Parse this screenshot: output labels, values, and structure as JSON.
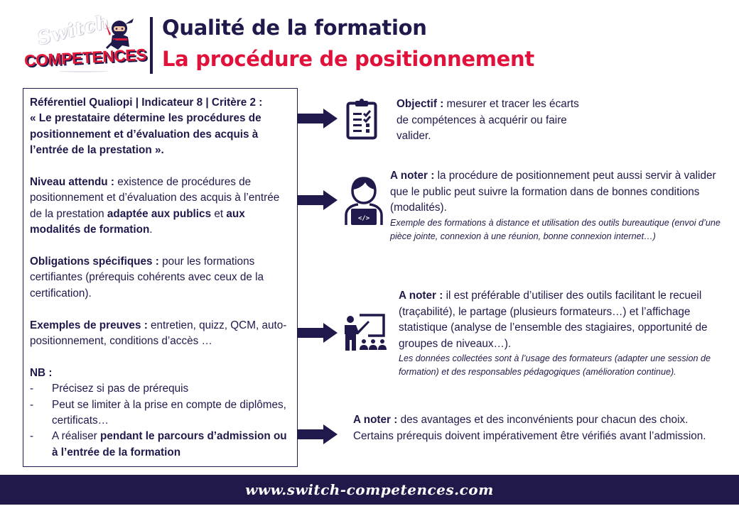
{
  "header": {
    "logo": {
      "script_text": "Switch",
      "brand_text": "COMPETENCES",
      "mascot": "ninja-mascot"
    },
    "title": "Qualité de la formation",
    "subtitle": "La procédure de positionnement",
    "colors": {
      "navy": "#1f1a4b",
      "red": "#e0113a"
    }
  },
  "reference_box": {
    "heading_bold": "Référentiel Qualiopi | Indicateur 8 | Critère 2 :",
    "quote": "« Le prestataire détermine les procédures de positionnement et d’évaluation des acquis à l’entrée de la prestation ».",
    "niveau": {
      "label": "Niveau attendu :",
      "text_1": " existence de procédures de positionnement et d’évaluation des acquis à l’entrée de la prestation ",
      "bold_1": "adaptée aux publics",
      "text_2": " et ",
      "bold_2": "aux modalités de formation",
      "text_3": "."
    },
    "obligations": {
      "label": "Obligations spécifiques :",
      "text": " pour les formations certifiantes (prérequis cohérents avec ceux de la certification)."
    },
    "preuves": {
      "label": "Exemples de preuves :",
      "text": " entretien, quizz, QCM, auto-positionnement, conditions d’accès …"
    },
    "nb": {
      "label": "NB :",
      "dash": "-",
      "items": [
        {
          "text": "Précisez si pas de prérequis",
          "bold": ""
        },
        {
          "text": "Peut se limiter à la prise en compte de diplômes, certificats…",
          "bold": ""
        },
        {
          "text": "A réaliser ",
          "bold": "pendant le parcours d’admission ou à l’entrée de la formation"
        }
      ]
    }
  },
  "notes": [
    {
      "icon": "clipboard-checklist-icon",
      "label": "Objectif :",
      "text": " mesurer et tracer les écarts de compétences à acquérir ou faire valider.",
      "italic": ""
    },
    {
      "icon": "person-laptop-code-icon",
      "label": "A noter :",
      "text": " la procédure de positionnement peut aussi servir à valider que le public peut suivre la formation dans de bonnes conditions (modalités).",
      "italic": "Exemple des formations à distance et utilisation des outils bureautique (envoi d’une pièce jointe, connexion à une réunion, bonne connexion internet…)"
    },
    {
      "icon": "teacher-presentation-icon",
      "label": "A noter :",
      "text": " il est préférable d’utiliser des outils facilitant le recueil (traçabilité), le partage (plusieurs formateurs…) et l’affichage statistique (analyse de l’ensemble des stagiaires, opportunité de groupes de niveaux…).",
      "italic": "Les données collectées sont à l’usage des formateurs (adapter une session de formation) et des responsables pédagogiques (amélioration continue)."
    },
    {
      "icon": "",
      "label": "A noter :",
      "text": " des avantages et des inconvénients pour chacun des choix. Certains prérequis doivent impérativement être vérifiés avant l’admission.",
      "italic": ""
    }
  ],
  "footer": {
    "url": "www.switch-competences.com",
    "background": "#20194a"
  }
}
